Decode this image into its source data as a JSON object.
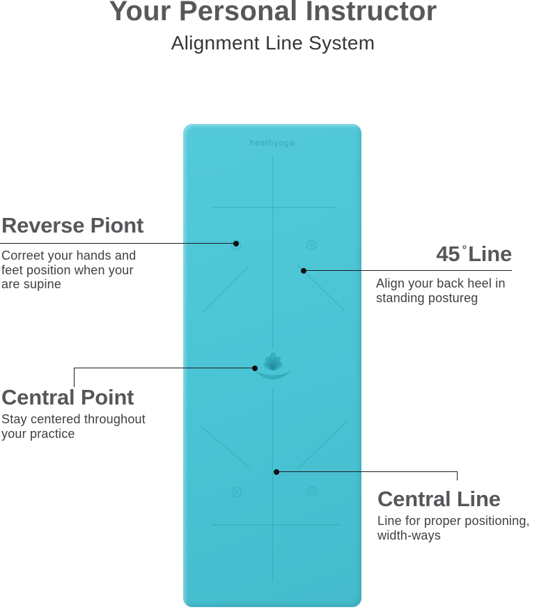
{
  "header": {
    "title": "Your Personal Instructor",
    "subtitle": "Alignment Line System"
  },
  "mat": {
    "brand": "heathyoga",
    "colors": {
      "surface": "#4CC5D5",
      "marking": "#2FA5B8",
      "callout": "#1C1C1C",
      "heading_text": "#56575A",
      "body_text": "#3F3F3F"
    }
  },
  "annotations": {
    "reverse_point": {
      "title": "Reverse Piont",
      "description": "Correet your hands and feet position when your are supine"
    },
    "line_45": {
      "title_number": "45",
      "title_degree": "°",
      "title_word": "Line",
      "description": "Align your back heel in standing postureg"
    },
    "central_point": {
      "title": "Central Point",
      "description": "Stay centered throughout your practice"
    },
    "central_line": {
      "title": "Central Line",
      "description": "Line for proper positioning, width-ways"
    }
  }
}
